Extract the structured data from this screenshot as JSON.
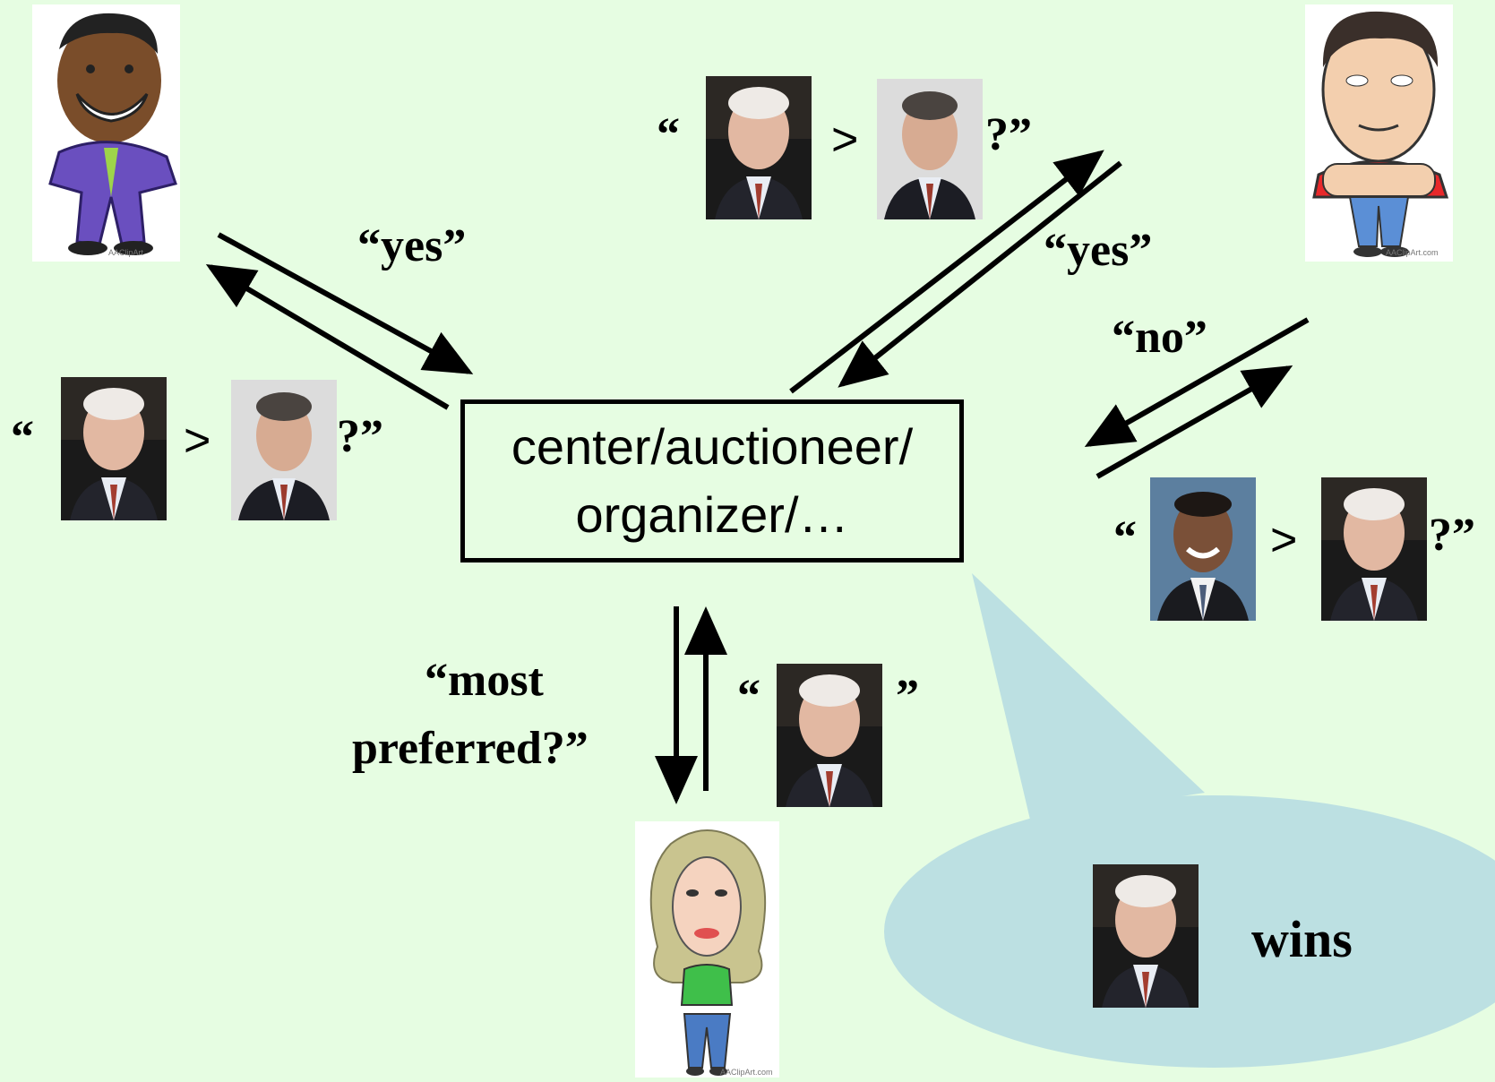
{
  "center": {
    "line1": "center/auctioneer/",
    "line2": "organizer/…"
  },
  "labels": {
    "yes_left": "“yes”",
    "yes_right": "“yes”",
    "no": "“no”",
    "most_preferred_line1": "“most",
    "most_preferred_line2": "preferred?”",
    "wins": "wins"
  },
  "query_top": {
    "open_quote": "“",
    "gt": ">",
    "close": "?”"
  },
  "query_left": {
    "open_quote": "“",
    "gt": ">",
    "close": "?”"
  },
  "query_right": {
    "open_quote": "“",
    "gt": ">",
    "close": "?”"
  },
  "answer_bottom": {
    "open_quote": "“",
    "close_quote": "”"
  },
  "credits": {
    "c1": "AAClipArt",
    "c2": "AAClipArt.com",
    "c3": "AAClipArt.com"
  },
  "colors": {
    "background": "#e6fde2",
    "bubble": "#bce0e2",
    "arrow": "#000000"
  },
  "icons": [
    "mccain-photo",
    "nader-photo",
    "obama-photo",
    "agent-cartoon-man",
    "agent-cartoon-man-red-shirt",
    "agent-cartoon-woman"
  ]
}
